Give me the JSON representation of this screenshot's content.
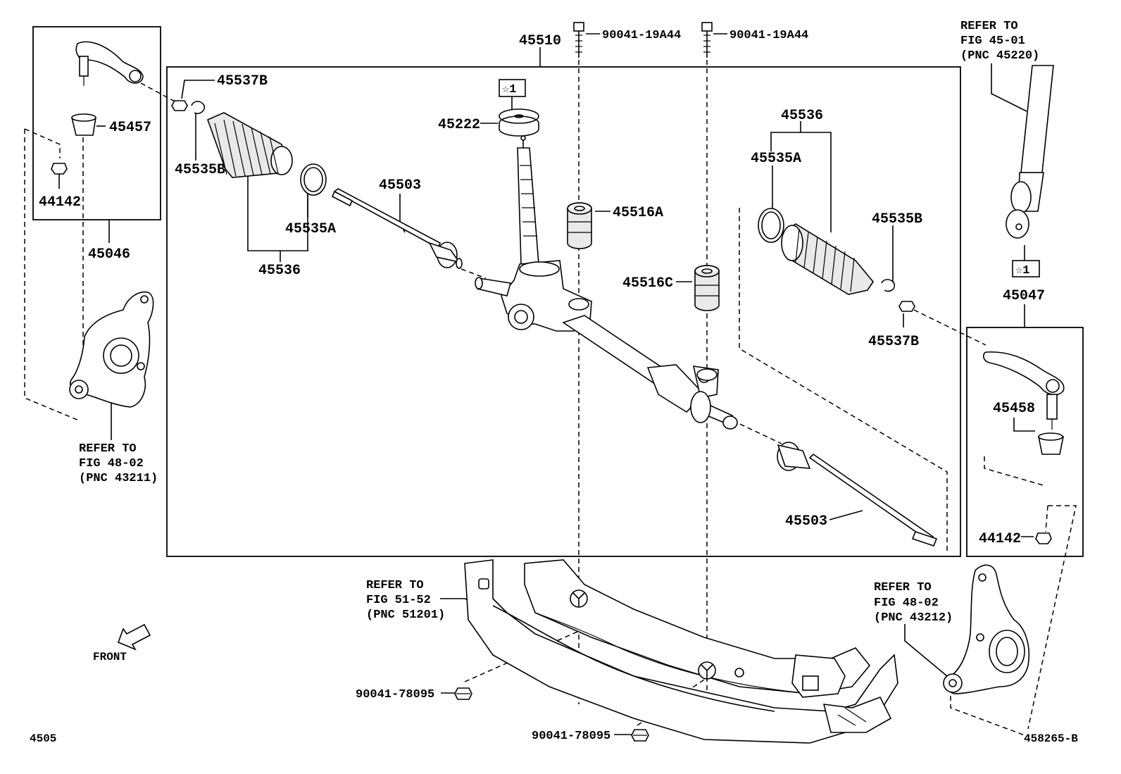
{
  "labels": {
    "main_assembly": "45510",
    "bolt_left": "90041-19A44",
    "bolt_right": "90041-19A44",
    "refer_column": [
      "REFER TO",
      "FIG 45-01",
      "(PNC 45220)"
    ],
    "end_nut_left_top": "45537B",
    "clip_left": "45535B",
    "boot_clamp_left": "45535A",
    "boot_set_left": "45536",
    "tie_rod_left": "45503",
    "pinion_cap": "45222",
    "star_badge_top": "☆1",
    "grommet_a": "45516A",
    "grommet_c": "45516C",
    "boot_set_right": "45536",
    "boot_clamp_right": "45535A",
    "clip_right": "45535B",
    "end_nut_right": "45537B",
    "star_badge_right": "☆1",
    "tie_rod_end_right": "45047",
    "boot_right": "45458",
    "nut_right": "44142",
    "tie_rod_right": "45503",
    "boot_left": "45457",
    "nut_left": "44142",
    "tie_rod_end_left": "45046",
    "refer_knuckle_left": [
      "REFER TO",
      "FIG 48-02",
      "(PNC 43211)"
    ],
    "refer_crossmember": [
      "REFER TO",
      "FIG 51-52",
      "(PNC 51201)"
    ],
    "refer_knuckle_right": [
      "REFER TO",
      "FIG 48-02",
      "(PNC 43212)"
    ],
    "front_arrow": "FRONT",
    "nut_bottom_left": "90041-78095",
    "nut_bottom_center": "90041-78095",
    "figure_number": "4505",
    "drawing_number": "458265-B"
  }
}
